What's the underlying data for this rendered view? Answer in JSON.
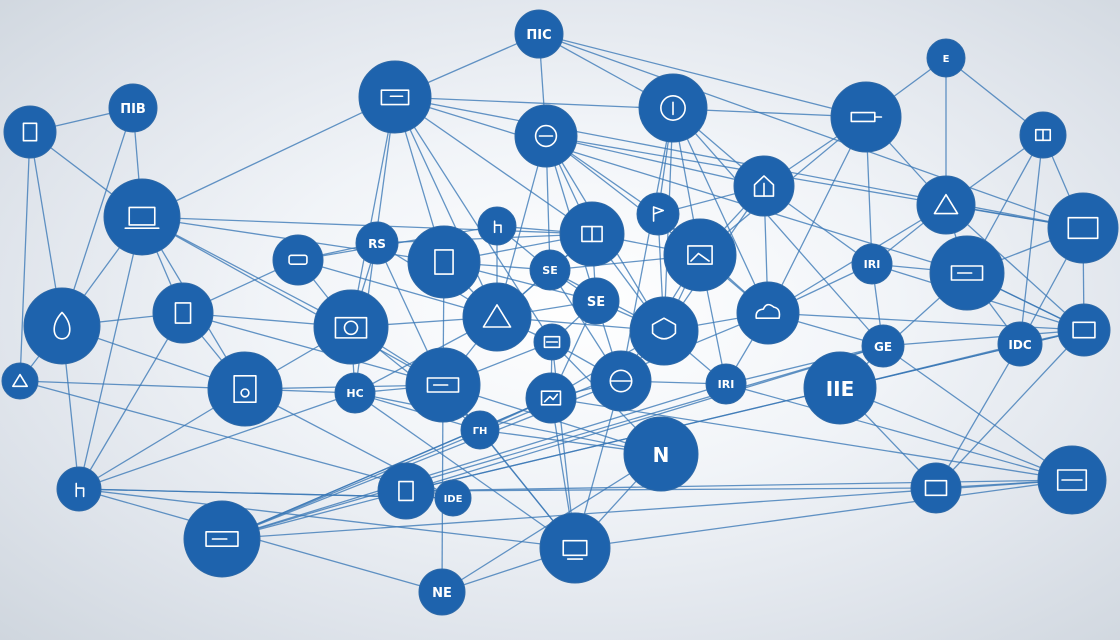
{
  "theme": {
    "node_color": "#1e63ad",
    "edge_color": "#3a78b6",
    "glyph_color": "#ffffff"
  },
  "nodes": [
    {
      "id": "n01",
      "icon": "glyph-box-icon",
      "label": "ΠIC"
    },
    {
      "id": "n02",
      "icon": "robot-face-icon",
      "label": ""
    },
    {
      "id": "n03",
      "icon": "ring-icon",
      "label": ""
    },
    {
      "id": "n04",
      "icon": "magnifier-icon",
      "label": ""
    },
    {
      "id": "n05",
      "icon": "letter-e-icon",
      "label": "E"
    },
    {
      "id": "n06",
      "icon": "connector-icon",
      "label": ""
    },
    {
      "id": "n07",
      "icon": "document-grid-icon",
      "label": ""
    },
    {
      "id": "n08",
      "icon": "glyph-label-icon",
      "label": "ΠIB"
    },
    {
      "id": "n09",
      "icon": "device-icon",
      "label": ""
    },
    {
      "id": "n10",
      "icon": "laptop-icon",
      "label": ""
    },
    {
      "id": "n11",
      "icon": "house-icon",
      "label": ""
    },
    {
      "id": "n12",
      "icon": "warning-triangle-icon",
      "label": ""
    },
    {
      "id": "n13",
      "icon": "window-icon",
      "label": ""
    },
    {
      "id": "n14",
      "icon": "chat-bubble-icon",
      "label": ""
    },
    {
      "id": "n15",
      "icon": "glyph-label-icon",
      "label": "RS"
    },
    {
      "id": "n16",
      "icon": "device-icon",
      "label": ""
    },
    {
      "id": "n17",
      "icon": "pointer-icon",
      "label": ""
    },
    {
      "id": "n18",
      "icon": "dashboard-icon",
      "label": ""
    },
    {
      "id": "n19",
      "icon": "flag-icon",
      "label": ""
    },
    {
      "id": "n20",
      "icon": "image-icon",
      "label": ""
    },
    {
      "id": "n21",
      "icon": "glyph-label-icon",
      "label": "IRI"
    },
    {
      "id": "n22",
      "icon": "battery-icon",
      "label": ""
    },
    {
      "id": "n23",
      "icon": "glyph-label-icon",
      "label": "SE"
    },
    {
      "id": "n24",
      "icon": "drop-icon",
      "label": ""
    },
    {
      "id": "n25",
      "icon": "tablet-icon",
      "label": ""
    },
    {
      "id": "n26",
      "icon": "camera-icon",
      "label": ""
    },
    {
      "id": "n27",
      "icon": "triangle-icon",
      "label": ""
    },
    {
      "id": "n28",
      "icon": "glyph-label-icon",
      "label": "SE"
    },
    {
      "id": "n29",
      "icon": "shield-icon",
      "label": ""
    },
    {
      "id": "n30",
      "icon": "cloud-icon",
      "label": ""
    },
    {
      "id": "n31",
      "icon": "monitor-icon",
      "label": ""
    },
    {
      "id": "n32",
      "icon": "glyph-label-icon",
      "label": "IDC"
    },
    {
      "id": "n33",
      "icon": "warning-small-icon",
      "label": ""
    },
    {
      "id": "n34",
      "icon": "key-icon",
      "label": ""
    },
    {
      "id": "n35",
      "icon": "glyph-label-icon",
      "label": "HC"
    },
    {
      "id": "n36",
      "icon": "card-icon",
      "label": ""
    },
    {
      "id": "n37",
      "icon": "screen-icon",
      "label": ""
    },
    {
      "id": "n38",
      "icon": "globe-icon",
      "label": ""
    },
    {
      "id": "n39",
      "icon": "glyph-label-icon",
      "label": "IRI"
    },
    {
      "id": "n40",
      "icon": "glyph-label-icon",
      "label": "GE"
    },
    {
      "id": "n41",
      "icon": "glyph-label-icon",
      "label": "IIE"
    },
    {
      "id": "n42",
      "icon": "hand-icon",
      "label": ""
    },
    {
      "id": "n43",
      "icon": "glyph-label-icon",
      "label": "ΓΗ"
    },
    {
      "id": "n44",
      "icon": "chart-line-icon",
      "label": ""
    },
    {
      "id": "n45",
      "icon": "glyph-label-icon",
      "label": "IDE"
    },
    {
      "id": "n46",
      "icon": "glyph-label-icon",
      "label": "N"
    },
    {
      "id": "n47",
      "icon": "frame-icon",
      "label": ""
    },
    {
      "id": "n48",
      "icon": "server-icon",
      "label": ""
    },
    {
      "id": "n49",
      "icon": "app-window-icon",
      "label": ""
    },
    {
      "id": "n50",
      "icon": "card-small-icon",
      "label": ""
    },
    {
      "id": "n51",
      "icon": "pen-icon",
      "label": ""
    },
    {
      "id": "n52",
      "icon": "glyph-label-icon",
      "label": "NE"
    }
  ],
  "edges": [
    [
      "n01",
      "n02"
    ],
    [
      "n01",
      "n03"
    ],
    [
      "n01",
      "n04"
    ],
    [
      "n01",
      "n13"
    ],
    [
      "n01",
      "n06"
    ],
    [
      "n02",
      "n10"
    ],
    [
      "n02",
      "n13"
    ],
    [
      "n02",
      "n16"
    ],
    [
      "n02",
      "n18"
    ],
    [
      "n02",
      "n22"
    ],
    [
      "n02",
      "n27"
    ],
    [
      "n02",
      "n26"
    ],
    [
      "n02",
      "n37"
    ],
    [
      "n02",
      "n35"
    ],
    [
      "n02",
      "n06"
    ],
    [
      "n03",
      "n13"
    ],
    [
      "n03",
      "n18"
    ],
    [
      "n03",
      "n19"
    ],
    [
      "n03",
      "n11"
    ],
    [
      "n03",
      "n27"
    ],
    [
      "n03",
      "n28"
    ],
    [
      "n03",
      "n20"
    ],
    [
      "n03",
      "n29"
    ],
    [
      "n03",
      "n23"
    ],
    [
      "n04",
      "n11"
    ],
    [
      "n04",
      "n19"
    ],
    [
      "n04",
      "n20"
    ],
    [
      "n04",
      "n29"
    ],
    [
      "n04",
      "n30"
    ],
    [
      "n04",
      "n38"
    ],
    [
      "n04",
      "n40"
    ],
    [
      "n05",
      "n06"
    ],
    [
      "n05",
      "n12"
    ],
    [
      "n05",
      "n07"
    ],
    [
      "n06",
      "n11"
    ],
    [
      "n06",
      "n12"
    ],
    [
      "n06",
      "n20"
    ],
    [
      "n06",
      "n30"
    ],
    [
      "n06",
      "n21"
    ],
    [
      "n07",
      "n12"
    ],
    [
      "n07",
      "n13"
    ],
    [
      "n07",
      "n22"
    ],
    [
      "n07",
      "n32"
    ],
    [
      "n08",
      "n09"
    ],
    [
      "n08",
      "n10"
    ],
    [
      "n08",
      "n24"
    ],
    [
      "n09",
      "n10"
    ],
    [
      "n09",
      "n24"
    ],
    [
      "n09",
      "n33"
    ],
    [
      "n10",
      "n16"
    ],
    [
      "n10",
      "n24"
    ],
    [
      "n10",
      "n25"
    ],
    [
      "n10",
      "n26"
    ],
    [
      "n10",
      "n34"
    ],
    [
      "n10",
      "n42"
    ],
    [
      "n10",
      "n18"
    ],
    [
      "n10",
      "n36"
    ],
    [
      "n11",
      "n20"
    ],
    [
      "n11",
      "n29"
    ],
    [
      "n11",
      "n30"
    ],
    [
      "n11",
      "n19"
    ],
    [
      "n11",
      "n21"
    ],
    [
      "n12",
      "n13"
    ],
    [
      "n12",
      "n22"
    ],
    [
      "n12",
      "n30"
    ],
    [
      "n12",
      "n31"
    ],
    [
      "n12",
      "n21"
    ],
    [
      "n13",
      "n22"
    ],
    [
      "n13",
      "n31"
    ],
    [
      "n13",
      "n32"
    ],
    [
      "n14",
      "n15"
    ],
    [
      "n14",
      "n17"
    ],
    [
      "n14",
      "n26"
    ],
    [
      "n14",
      "n27"
    ],
    [
      "n14",
      "n25"
    ],
    [
      "n15",
      "n18"
    ],
    [
      "n15",
      "n26"
    ],
    [
      "n15",
      "n27"
    ],
    [
      "n15",
      "n36"
    ],
    [
      "n16",
      "n18"
    ],
    [
      "n16",
      "n27"
    ],
    [
      "n16",
      "n28"
    ],
    [
      "n16",
      "n36"
    ],
    [
      "n16",
      "n23"
    ],
    [
      "n17",
      "n18"
    ],
    [
      "n17",
      "n27"
    ],
    [
      "n17",
      "n23"
    ],
    [
      "n18",
      "n27"
    ],
    [
      "n18",
      "n20"
    ],
    [
      "n18",
      "n28"
    ],
    [
      "n18",
      "n29"
    ],
    [
      "n18",
      "n23"
    ],
    [
      "n19",
      "n20"
    ],
    [
      "n19",
      "n29"
    ],
    [
      "n19",
      "n30"
    ],
    [
      "n20",
      "n30"
    ],
    [
      "n20",
      "n29"
    ],
    [
      "n20",
      "n38"
    ],
    [
      "n20",
      "n39"
    ],
    [
      "n20",
      "n23"
    ],
    [
      "n21",
      "n22"
    ],
    [
      "n21",
      "n30"
    ],
    [
      "n21",
      "n31"
    ],
    [
      "n21",
      "n40"
    ],
    [
      "n22",
      "n31"
    ],
    [
      "n22",
      "n32"
    ],
    [
      "n22",
      "n31"
    ],
    [
      "n22",
      "n41"
    ],
    [
      "n23",
      "n27"
    ],
    [
      "n23",
      "n28"
    ],
    [
      "n23",
      "n29"
    ],
    [
      "n23",
      "n38"
    ],
    [
      "n24",
      "n25"
    ],
    [
      "n24",
      "n34"
    ],
    [
      "n24",
      "n42"
    ],
    [
      "n24",
      "n33"
    ],
    [
      "n25",
      "n26"
    ],
    [
      "n25",
      "n34"
    ],
    [
      "n25",
      "n42"
    ],
    [
      "n25",
      "n36"
    ],
    [
      "n26",
      "n27"
    ],
    [
      "n26",
      "n34"
    ],
    [
      "n26",
      "n35"
    ],
    [
      "n26",
      "n36"
    ],
    [
      "n26",
      "n43"
    ],
    [
      "n27",
      "n28"
    ],
    [
      "n27",
      "n35"
    ],
    [
      "n27",
      "n36"
    ],
    [
      "n27",
      "n37"
    ],
    [
      "n27",
      "n29"
    ],
    [
      "n28",
      "n29"
    ],
    [
      "n28",
      "n37"
    ],
    [
      "n28",
      "n38"
    ],
    [
      "n28",
      "n44"
    ],
    [
      "n29",
      "n30"
    ],
    [
      "n29",
      "n38"
    ],
    [
      "n29",
      "n39"
    ],
    [
      "n29",
      "n44"
    ],
    [
      "n30",
      "n31"
    ],
    [
      "n30",
      "n39"
    ],
    [
      "n30",
      "n40"
    ],
    [
      "n30",
      "n48"
    ],
    [
      "n31",
      "n40"
    ],
    [
      "n31",
      "n41"
    ],
    [
      "n31",
      "n32"
    ],
    [
      "n31",
      "n47"
    ],
    [
      "n31",
      "n50"
    ],
    [
      "n32",
      "n41"
    ],
    [
      "n32",
      "n47"
    ],
    [
      "n33",
      "n34"
    ],
    [
      "n33",
      "n45"
    ],
    [
      "n34",
      "n35"
    ],
    [
      "n34",
      "n42"
    ],
    [
      "n34",
      "n45"
    ],
    [
      "n34",
      "n36"
    ],
    [
      "n35",
      "n36"
    ],
    [
      "n35",
      "n42"
    ],
    [
      "n35",
      "n43"
    ],
    [
      "n35",
      "n46"
    ],
    [
      "n35",
      "n51"
    ],
    [
      "n36",
      "n37"
    ],
    [
      "n36",
      "n43"
    ],
    [
      "n36",
      "n46"
    ],
    [
      "n36",
      "n51"
    ],
    [
      "n36",
      "n52"
    ],
    [
      "n37",
      "n38"
    ],
    [
      "n37",
      "n44"
    ],
    [
      "n37",
      "n46"
    ],
    [
      "n37",
      "n51"
    ],
    [
      "n38",
      "n39"
    ],
    [
      "n38",
      "n44"
    ],
    [
      "n38",
      "n48"
    ],
    [
      "n38",
      "n51"
    ],
    [
      "n39",
      "n40"
    ],
    [
      "n39",
      "n48"
    ],
    [
      "n39",
      "n49"
    ],
    [
      "n40",
      "n48"
    ],
    [
      "n40",
      "n49"
    ],
    [
      "n40",
      "n50"
    ],
    [
      "n41",
      "n47"
    ],
    [
      "n41",
      "n49"
    ],
    [
      "n41",
      "n50"
    ],
    [
      "n42",
      "n45"
    ],
    [
      "n42",
      "n52"
    ],
    [
      "n42",
      "n51"
    ],
    [
      "n43",
      "n46"
    ],
    [
      "n43",
      "n44"
    ],
    [
      "n43",
      "n51"
    ],
    [
      "n44",
      "n48"
    ],
    [
      "n44",
      "n51"
    ],
    [
      "n44",
      "n49"
    ],
    [
      "n45",
      "n42"
    ],
    [
      "n46",
      "n51"
    ],
    [
      "n46",
      "n52"
    ],
    [
      "n47",
      "n49"
    ],
    [
      "n47",
      "n50"
    ],
    [
      "n48",
      "n49"
    ],
    [
      "n48",
      "n50"
    ],
    [
      "n48",
      "n44"
    ],
    [
      "n49",
      "n50"
    ],
    [
      "n51",
      "n52"
    ],
    [
      "n51",
      "n49"
    ]
  ]
}
